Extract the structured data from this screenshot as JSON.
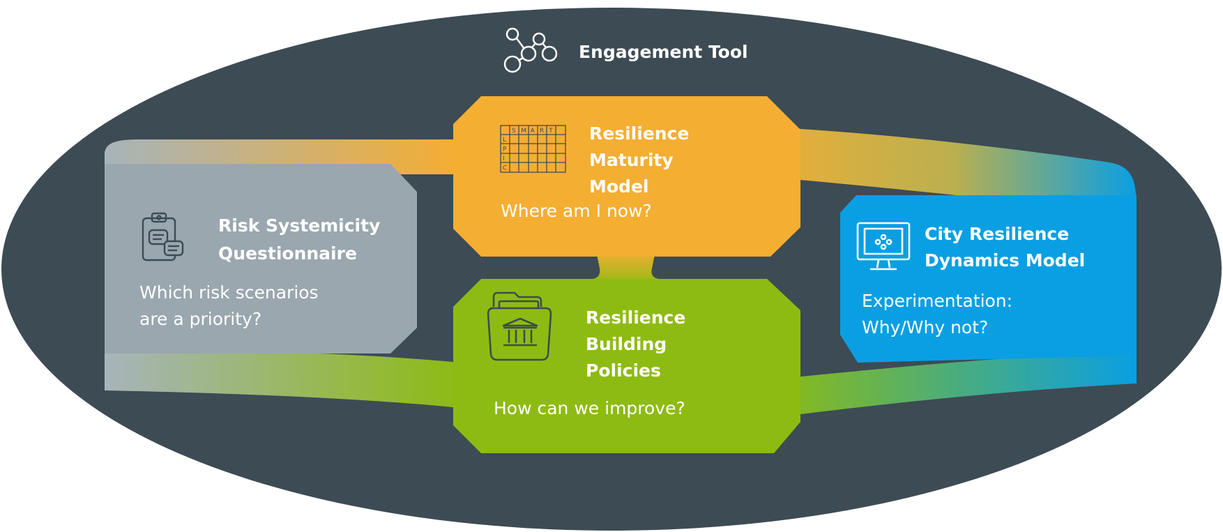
{
  "header": {
    "title": "Engagement Tool",
    "icon": "network-nodes-icon"
  },
  "colors": {
    "ellipse": "#3d4b54",
    "orange": "#f4ae32",
    "green": "#8ebb12",
    "blue": "#0a9fe3",
    "grey": "#9aa7af"
  },
  "boxes": {
    "maturity": {
      "title_lines": [
        "Resilience",
        "Maturity",
        "Model"
      ],
      "question": "Where am I now?",
      "icon": "smart-grid-icon",
      "grid_letters_top": [
        "S",
        "M",
        "A",
        "R",
        "T"
      ],
      "grid_letters_side": [
        "L",
        "P",
        "I",
        "C"
      ]
    },
    "policies": {
      "title_lines": [
        "Resilience",
        "Building",
        "Policies"
      ],
      "question": "How can we improve?",
      "icon": "folder-bank-icon"
    },
    "risk": {
      "title_lines": [
        "Risk Systemicity",
        "Questionnaire"
      ],
      "question_lines": [
        "Which risk scenarios",
        "are a priority?"
      ],
      "icon": "clipboard-chat-icon"
    },
    "city": {
      "title_lines": [
        "City Resilience",
        "Dynamics Model"
      ],
      "question_lines": [
        "Experimentation:",
        "Why/Why not?"
      ],
      "icon": "monitor-icon"
    }
  }
}
